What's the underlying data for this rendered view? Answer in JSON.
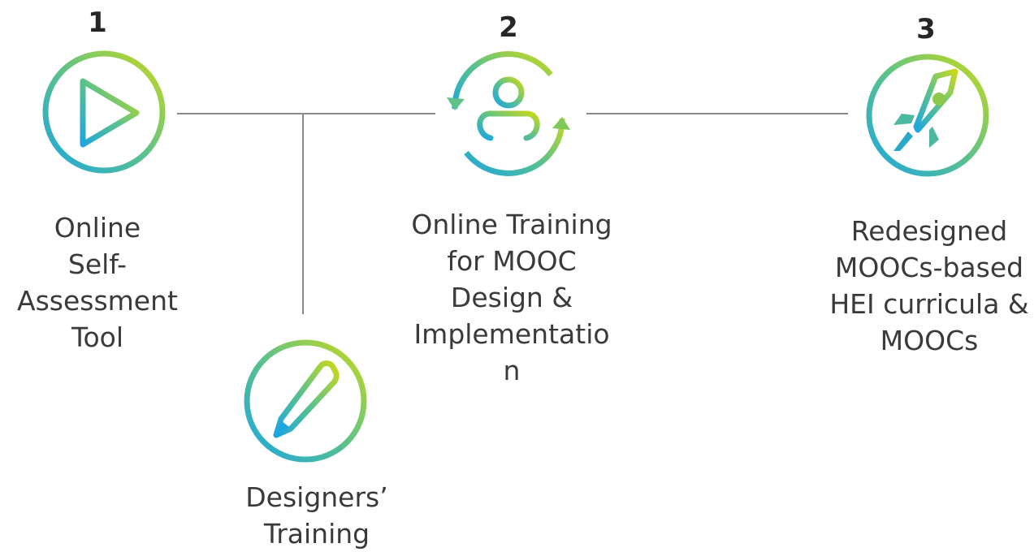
{
  "steps": [
    {
      "number": "1",
      "label": "Online\nSelf-\nAssessment\nTool",
      "icon": "play-icon"
    },
    {
      "number": "2",
      "label": "Online Training\nfor MOOC\nDesign &\nImplementatio\nn",
      "icon": "user-cycle-icon"
    },
    {
      "number": "3",
      "label": "Redesigned\nMOOCs-based\nHEI curricula &\nMOOCs",
      "icon": "rocket-icon"
    }
  ],
  "branch": {
    "label": "Designers’\nTraining",
    "icon": "pencil-icon"
  },
  "colors": {
    "gradient_start": "#1da6e0",
    "gradient_mid": "#5cc28a",
    "gradient_end": "#c8d91c",
    "connector": "#8a8a8a"
  }
}
